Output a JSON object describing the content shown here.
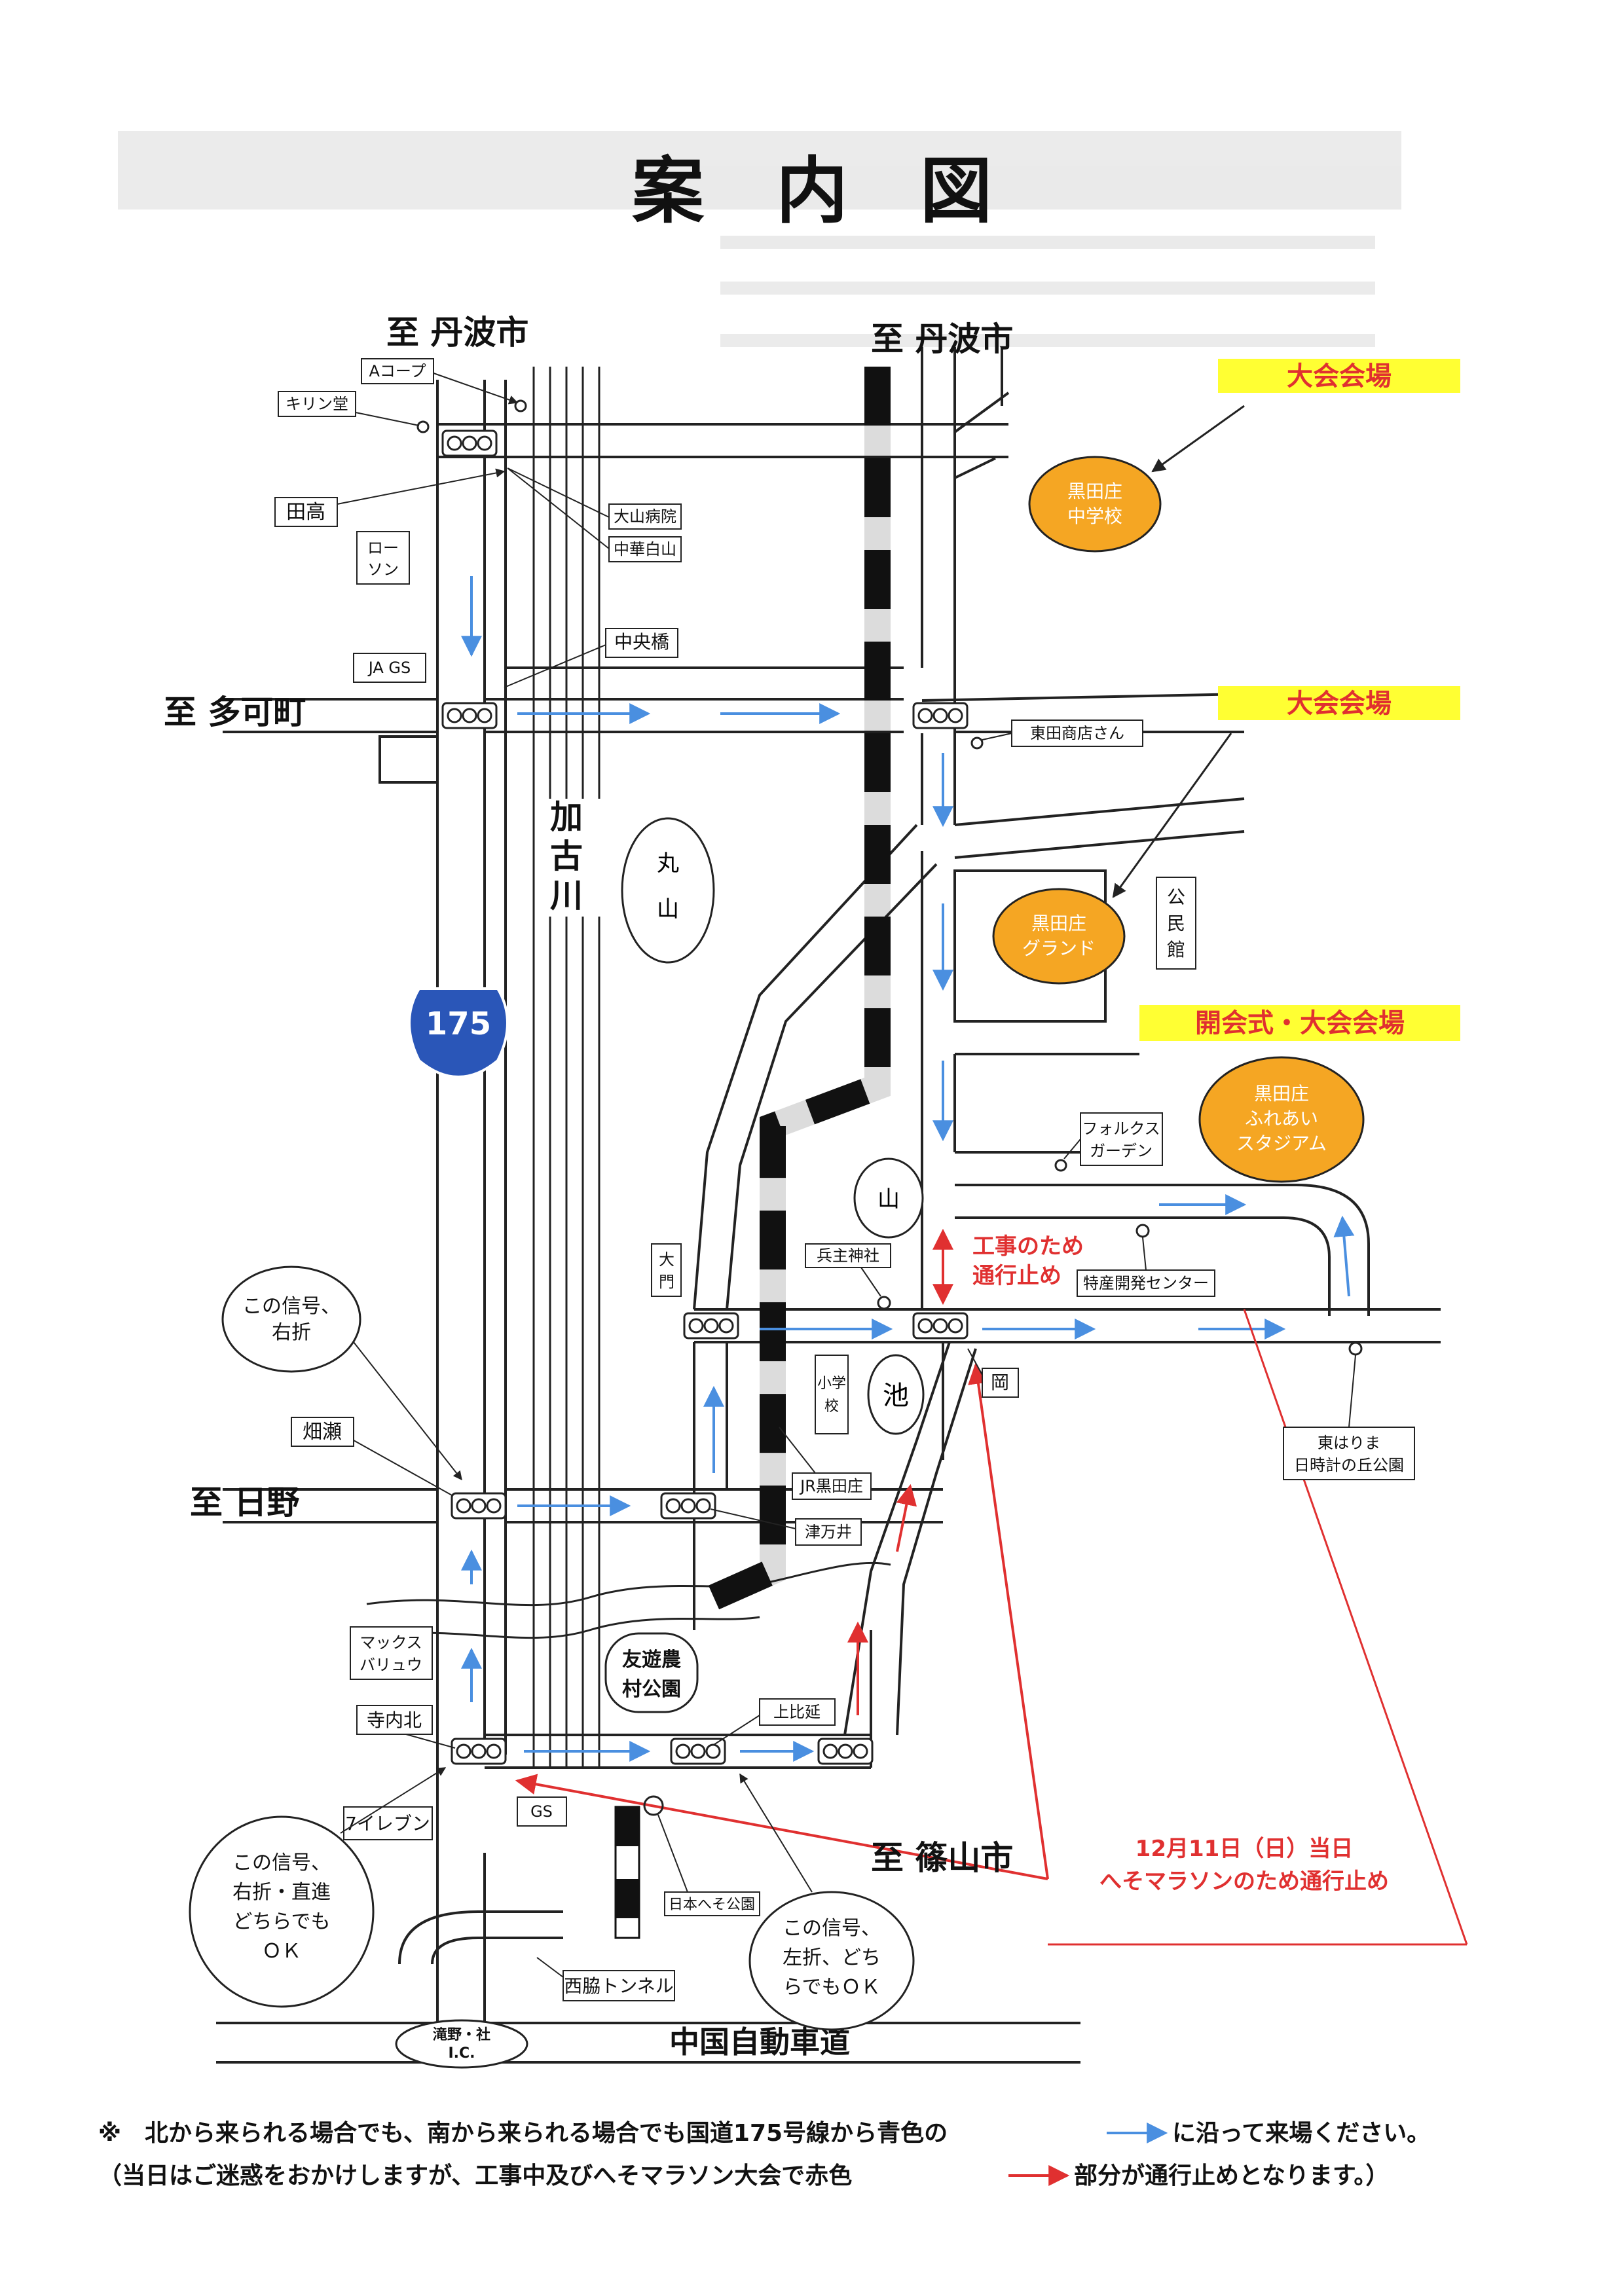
{
  "title": "案　内　図",
  "directions": {
    "tamba_left": "至 丹波市",
    "tamba_right": "至 丹波市",
    "taka": "至 多可町",
    "hino": "至 日野",
    "sasayama": "至 篠山市"
  },
  "route_sign": "175",
  "river": [
    "加",
    "古",
    "川"
  ],
  "hills": {
    "maruyama": [
      "丸",
      "山"
    ],
    "yama": "山",
    "pond": "池"
  },
  "landmarks": {
    "acoop": "Aコープ",
    "kirindo": "キリン堂",
    "tadaka": "田高",
    "oyama_hospital": "大山病院",
    "chuka_hakusan": "中華白山",
    "lawson": [
      "ロー",
      "ソン"
    ],
    "ja_gs": "JA GS",
    "chuokyo": "中央橋",
    "higashida": "東田商店さん",
    "kominkan": [
      "公",
      "民",
      "館"
    ],
    "folks": [
      "フォルクス",
      "ガーデン"
    ],
    "tokusan": "特産開発センター",
    "hyozu": "兵主神社",
    "daimon": [
      "大",
      "門"
    ],
    "shogakko": [
      "小学",
      "校"
    ],
    "oka": "岡",
    "higashiharima": [
      "東はりま",
      "日時計の丘公園"
    ],
    "jr_kurodasho": "JR黒田庄",
    "tsumai": "津万井",
    "hatase": "畑瀬",
    "max_valu": [
      "マックス",
      "バリュウ"
    ],
    "yuyu": [
      "友遊農",
      "村公園"
    ],
    "kamihie": "上比延",
    "terauchikita": "寺内北",
    "seven": "7イレブン",
    "gs": "GS",
    "heso_park": "日本へそ公園",
    "nishiwaki_tunnel": "西脇トンネル",
    "chugoku": "中国自動車道",
    "ic": [
      "滝野・社",
      "I.C."
    ]
  },
  "venues": [
    {
      "tag": "大会会場",
      "name": [
        "黒田庄",
        "中学校"
      ]
    },
    {
      "tag": "大会会場",
      "name": [
        "黒田庄",
        "グランド"
      ]
    },
    {
      "tag": "開会式・大会会場",
      "name": [
        "黒田庄",
        "ふれあい",
        "スタジアム"
      ]
    }
  ],
  "construction": [
    "工事のため",
    "通行止め"
  ],
  "marathon_closure": [
    "12月11日（日）当日",
    "へそマラソンのため通行止め"
  ],
  "bubbles": {
    "hatase_right": [
      "この信号、",
      "右折"
    ],
    "terauchi": [
      "この信号、",
      "右折・直進",
      "どちらでも",
      "ＯＫ"
    ],
    "kamihie": [
      "この信号、",
      "左折、どち",
      "らでもＯＫ"
    ]
  },
  "footer": {
    "line1_a": "※　北から来られる場合でも、南から来られる場合でも国道175号線から青色の",
    "line1_b": "に沿って来場ください。",
    "line2_a": "（当日はご迷惑をおかけしますが、工事中及びへそマラソン大会で赤色",
    "line2_b": "部分が通行止めとなります。）"
  },
  "colors": {
    "venue_fill": "#f5a623",
    "tag_fill": "#ffff33",
    "route_blue": "#4a8fe0",
    "closure_red": "#e03030",
    "ink": "#222222"
  }
}
